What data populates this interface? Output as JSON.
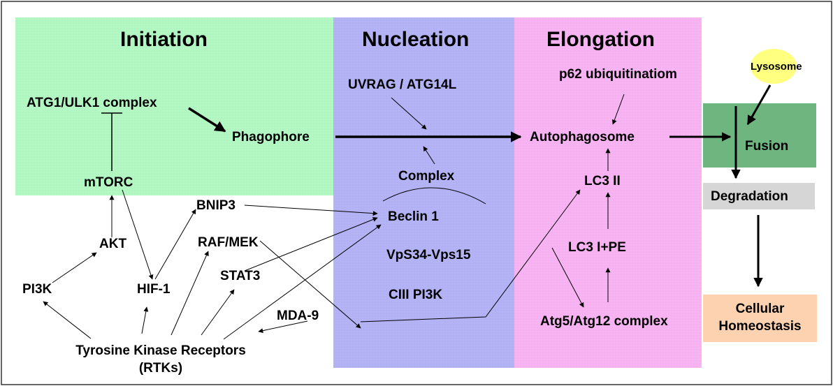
{
  "phases": {
    "initiation": "Initiation",
    "nucleation": "Nucleation",
    "elongation": "Elongation"
  },
  "nodes": {
    "atg1_ulk1": "ATG1/ULK1 complex",
    "phagophore": "Phagophore",
    "mtorc": "mTORC",
    "akt": "AKT",
    "pi3k": "PI3K",
    "bnip3": "BNIP3",
    "hif1": "HIF-1",
    "raf_mek": "RAF/MEK",
    "stat3": "STAT3",
    "mda9": "MDA-9",
    "rtk_line1": "Tyrosine Kinase Receptors",
    "rtk_line2": "(RTKs)",
    "uvrag": "UVRAG / ATG14L",
    "complex": "Complex",
    "beclin1": "Beclin 1",
    "vps": "VpS34-Vps15",
    "ciii": "CIII PI3K",
    "p62": "p62 ubiquitinatiom",
    "autophagosome": "Autophagosome",
    "lc3ii": "LC3 II",
    "lc3ipe": "LC3 I+PE",
    "atg5": "Atg5/Atg12 complex",
    "lysosome": "Lysosome",
    "fusion": "Fusion",
    "degradation": "Degradation",
    "cellular_line1": "Cellular",
    "cellular_line2": "Homeostasis"
  },
  "colors": {
    "initiation_bg": "#b3f7c3",
    "nucleation_bg": "#b3b3f5",
    "elongation_bg": "#f7b3f2",
    "fusion_bg": "#6fb57f",
    "degradation_bg": "#d6d6d6",
    "homeostasis_bg": "#fcd2b0",
    "lysosome_bg": "#ffff80"
  }
}
